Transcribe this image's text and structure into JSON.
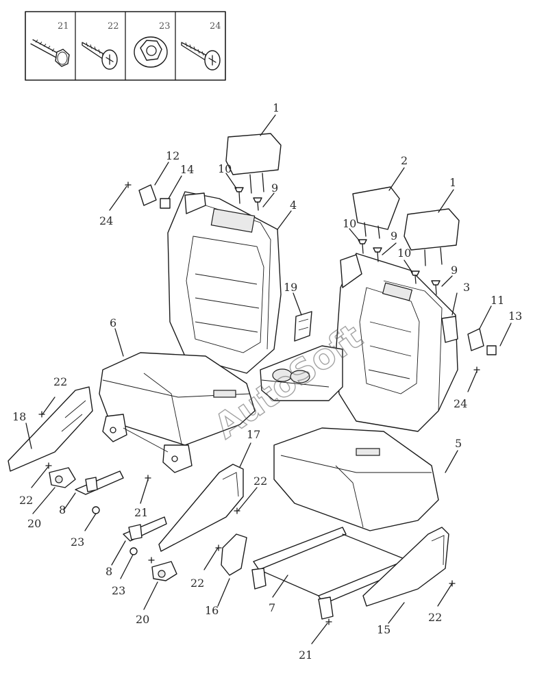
{
  "watermark": "AutoSoft",
  "legend": [
    {
      "id": "21",
      "icon": "hex-flange-bolt-icon"
    },
    {
      "id": "22",
      "icon": "tapping-screw-icon"
    },
    {
      "id": "23",
      "icon": "flange-nut-icon"
    },
    {
      "id": "24",
      "icon": "tapping-screw-icon"
    }
  ],
  "callouts": [
    {
      "key": "c1a",
      "text": "1"
    },
    {
      "key": "c1b",
      "text": "1"
    },
    {
      "key": "c2",
      "text": "2"
    },
    {
      "key": "c3",
      "text": "3"
    },
    {
      "key": "c4",
      "text": "4"
    },
    {
      "key": "c5",
      "text": "5"
    },
    {
      "key": "c6",
      "text": "6"
    },
    {
      "key": "c7",
      "text": "7"
    },
    {
      "key": "c8a",
      "text": "8"
    },
    {
      "key": "c8b",
      "text": "8"
    },
    {
      "key": "c9a",
      "text": "9"
    },
    {
      "key": "c9b",
      "text": "9"
    },
    {
      "key": "c9c",
      "text": "9"
    },
    {
      "key": "c10a",
      "text": "10"
    },
    {
      "key": "c10b",
      "text": "10"
    },
    {
      "key": "c10c",
      "text": "10"
    },
    {
      "key": "c11",
      "text": "11"
    },
    {
      "key": "c12",
      "text": "12"
    },
    {
      "key": "c13",
      "text": "13"
    },
    {
      "key": "c14",
      "text": "14"
    },
    {
      "key": "c15",
      "text": "15"
    },
    {
      "key": "c16",
      "text": "16"
    },
    {
      "key": "c17",
      "text": "17"
    },
    {
      "key": "c18",
      "text": "18"
    },
    {
      "key": "c19",
      "text": "19"
    },
    {
      "key": "c20a",
      "text": "20"
    },
    {
      "key": "c20b",
      "text": "20"
    },
    {
      "key": "c21a",
      "text": "21"
    },
    {
      "key": "c21b",
      "text": "21"
    },
    {
      "key": "c22a",
      "text": "22"
    },
    {
      "key": "c22b",
      "text": "22"
    },
    {
      "key": "c22c",
      "text": "22"
    },
    {
      "key": "c22d",
      "text": "22"
    },
    {
      "key": "c22e",
      "text": "22"
    },
    {
      "key": "c23a",
      "text": "23"
    },
    {
      "key": "c23b",
      "text": "23"
    },
    {
      "key": "c24a",
      "text": "24"
    },
    {
      "key": "c24b",
      "text": "24"
    }
  ]
}
